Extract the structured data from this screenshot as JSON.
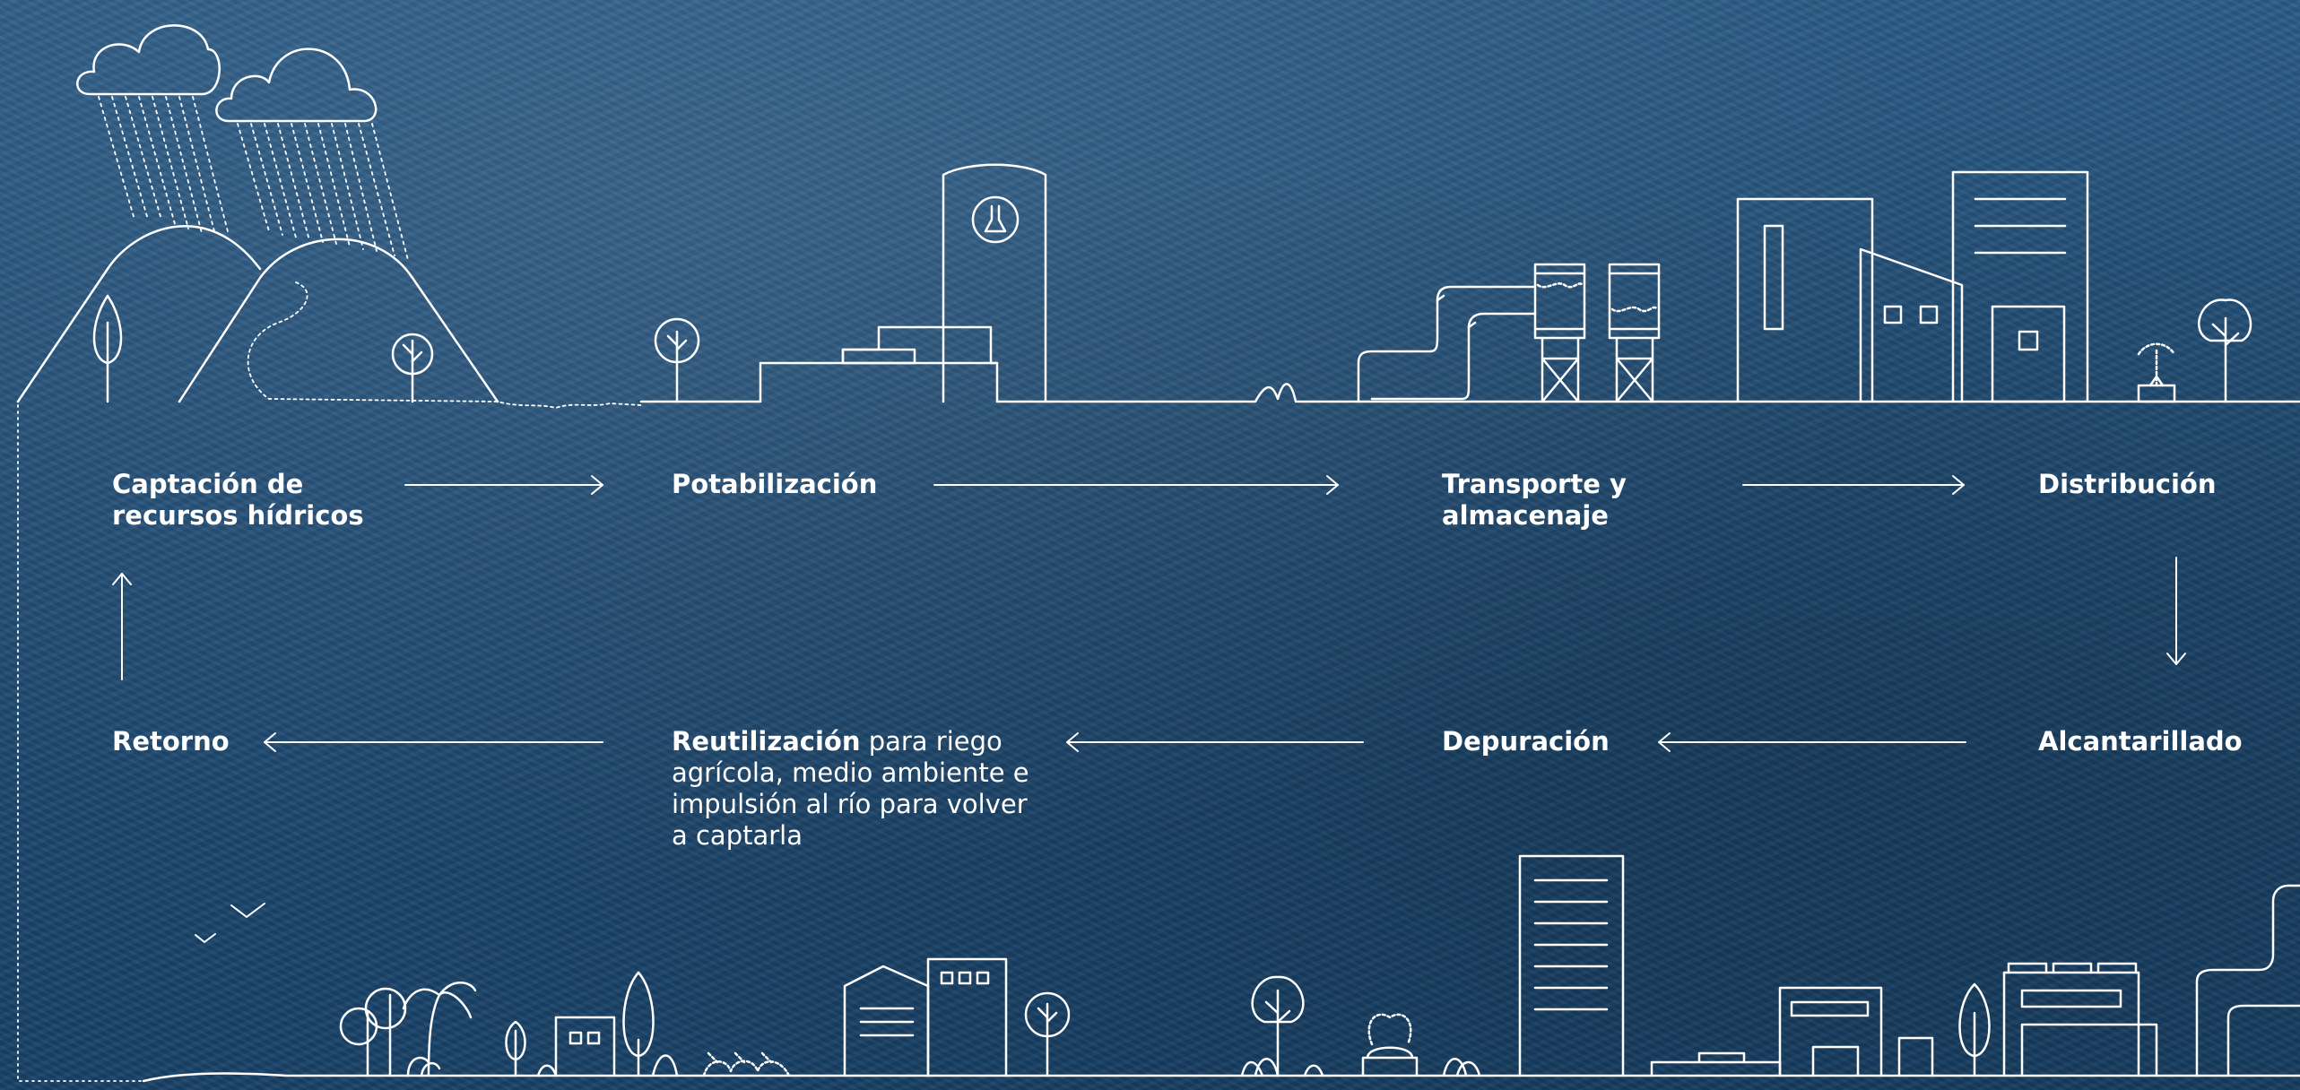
{
  "steps": {
    "captacion": "Captación de recursos hídricos",
    "potabilizacion": "Potabilización",
    "transporte": "Transporte y almacenaje",
    "distribucion": "Distribución",
    "alcantarillado": "Alcantarillado",
    "depuracion": "Depuración",
    "reutilizacion_bold": "Reutilización",
    "reutilizacion_rest": " para riego agrícola, medio ambiente e impulsión al río para volver a captarla",
    "retorno": "Retorno"
  },
  "colors": {
    "background": "#1e4b74",
    "line": "#ffffff"
  }
}
